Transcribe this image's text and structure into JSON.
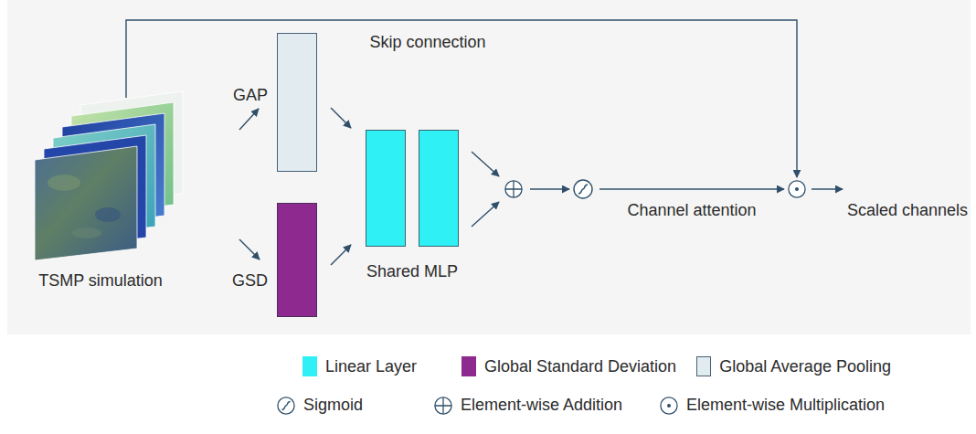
{
  "diagram": {
    "nodes": [
      {
        "text": [
          "TSMP simulation"
        ]
      },
      {
        "text": [
          "GAP"
        ]
      },
      {
        "text": [
          "GSD"
        ]
      },
      {
        "text": [
          "Shared MLP"
        ]
      },
      {
        "text": []
      },
      {
        "text": []
      },
      {
        "text": []
      }
    ],
    "edges": [
      {
        "from": 0,
        "to": 1,
        "arrow": "to"
      },
      {
        "from": 0,
        "to": 2,
        "arrow": "to"
      },
      {
        "from": 1,
        "to": 3,
        "arrow": "to"
      },
      {
        "from": 2,
        "to": 3,
        "arrow": "to"
      },
      {
        "from": 3,
        "to": 4,
        "arrow": "to"
      },
      {
        "from": 3,
        "to": 4,
        "arrow": "to"
      },
      {
        "from": 4,
        "to": 5,
        "arrow": "to"
      },
      {
        "from": 5,
        "to": 6,
        "label": "Channel attention",
        "arrow": "to"
      },
      {
        "from": 0,
        "to": 6,
        "label": "Skip connection",
        "arrow": "to"
      }
    ],
    "labels": [
      "Scaled channels"
    ],
    "legend": [
      {
        "text": "Linear Layer",
        "color": "#2ef0f5"
      },
      {
        "text": "Global Standard Deviation",
        "color": "#8e2a8f"
      },
      {
        "text": "Global Average Pooling",
        "color": "#e2ecf0"
      },
      {
        "text": "Sigmoid"
      },
      {
        "text": "Element-wise Addition"
      },
      {
        "text": "Element-wise Multiplication"
      }
    ]
  }
}
